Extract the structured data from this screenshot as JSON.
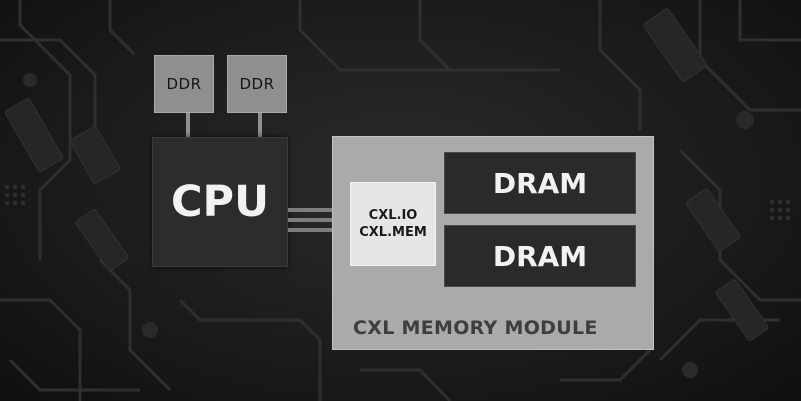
{
  "diagram": {
    "ddr_modules": [
      {
        "label": "DDR"
      },
      {
        "label": "DDR"
      }
    ],
    "cpu": {
      "label": "CPU"
    },
    "cxl_module": {
      "label": "CXL MEMORY MODULE",
      "controller": {
        "line1": "CXL.IO",
        "line2": "CXL.MEM"
      },
      "dram": [
        {
          "label": "DRAM"
        },
        {
          "label": "DRAM"
        }
      ]
    },
    "colors": {
      "background": "#141414",
      "cpu": "#2c2c2c",
      "module": "#aaaaaa",
      "dram": "#2a2a2a",
      "ddr": "#8f8f8f",
      "controller": "#e6e6e6"
    }
  }
}
